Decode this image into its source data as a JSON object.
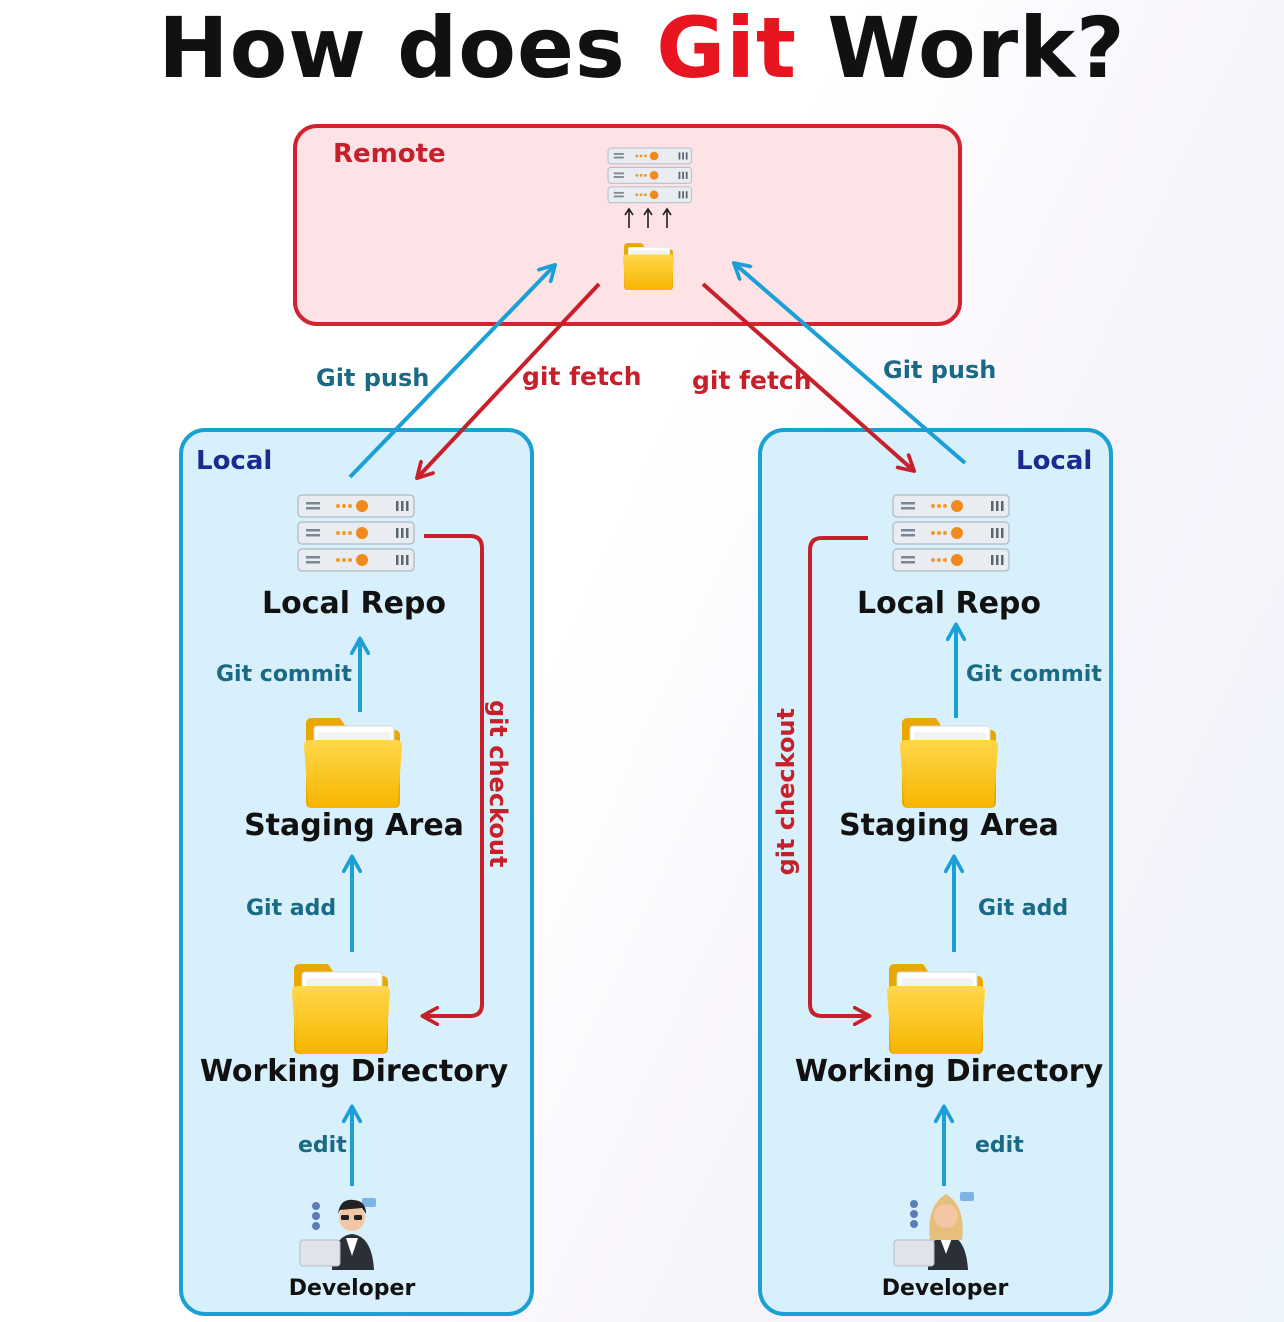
{
  "title": {
    "prefix": "How does",
    "accent": "Git",
    "suffix": "Work?"
  },
  "remote": {
    "label": "Remote"
  },
  "arrows": {
    "left_push": "Git push",
    "left_fetch": "git fetch",
    "right_fetch": "git fetch",
    "right_push": "Git push"
  },
  "local_left": {
    "label": "Local",
    "repo": "Local Repo",
    "commit": "Git commit",
    "staging": "Staging Area",
    "add": "Git add",
    "working": "Working Directory",
    "edit": "edit",
    "developer": "Developer",
    "checkout": "git checkout"
  },
  "local_right": {
    "label": "Local",
    "repo": "Local Repo",
    "commit": "Git commit",
    "staging": "Staging Area",
    "add": "Git add",
    "working": "Working Directory",
    "edit": "edit",
    "developer": "Developer",
    "checkout": "git checkout"
  },
  "colors": {
    "accent": "#e8141f",
    "remote_border": "#d2232f",
    "remote_fill": "#fde3e5",
    "local_border": "#1aa0d3",
    "local_fill": "#d8f0fb",
    "blue_arrow": "#1a9fd6",
    "red_arrow": "#c8202b"
  }
}
